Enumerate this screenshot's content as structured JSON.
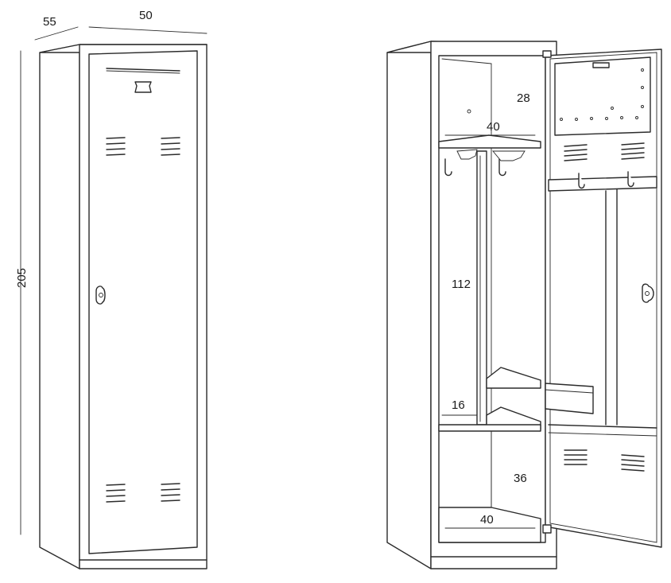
{
  "dimensions": {
    "depth": "55",
    "width": "50",
    "height": "205",
    "upper_shelf_height": "28",
    "upper_shelf_width": "40",
    "hanging_height": "112",
    "small_shelf_height": "16",
    "lower_height": "36",
    "lower_width": "40"
  },
  "colors": {
    "line": "#2b2b2b",
    "background": "#ffffff"
  },
  "icons": [
    "lock-handle-icon",
    "vent-slot-icon",
    "coat-hook-icon",
    "label-holder-icon"
  ]
}
